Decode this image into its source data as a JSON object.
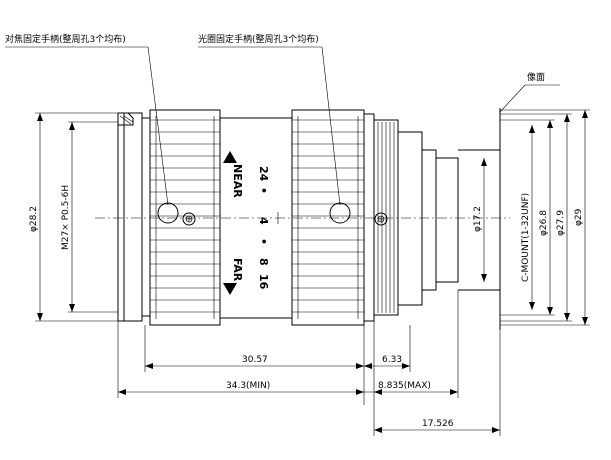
{
  "callouts": {
    "focus_screw": "对焦固定手柄(整周孔3个均布)",
    "iris_screw": "光圈固定手柄(整周孔3个均布)",
    "image_plane": "像面"
  },
  "ring_labels": {
    "near": "NEAR",
    "far": "FAR",
    "aperture_24": "24",
    "aperture_dot1": "•",
    "aperture_4": "4",
    "aperture_dot2": "•",
    "aperture_8": "8",
    "aperture_16": "16"
  },
  "dimensions": {
    "front_dia": "φ28.2",
    "filter_thread": "M27× P0.5-6H",
    "rear_dia": "φ17.2",
    "mount_thread": "C-MOUNT(1-32UNF)",
    "mount_dia": "φ26.8",
    "body_dia_279": "φ27.9",
    "max_dia": "φ29",
    "len_30_57": "30.57",
    "len_6_33": "6.33",
    "len_34_3": "34.3(MIN)",
    "len_8_835": "8.835(MAX)",
    "len_17_526": "17.526"
  }
}
